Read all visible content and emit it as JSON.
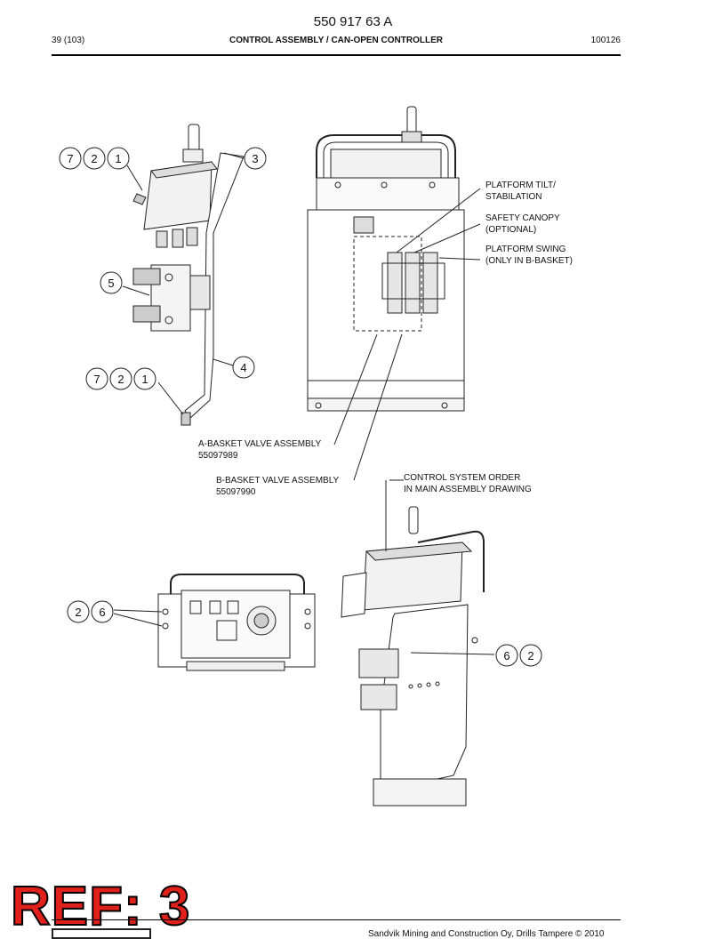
{
  "header": {
    "doc_number": "550 917 63 A",
    "page": "39 (103)",
    "title": "CONTROL ASSEMBLY / CAN-OPEN CONTROLLER",
    "date": "100126"
  },
  "callouts": {
    "upper_left_top": [
      "7",
      "2",
      "1"
    ],
    "three": "3",
    "five": "5",
    "four": "4",
    "upper_left_bottom": [
      "7",
      "2",
      "1"
    ],
    "lower_left": [
      "2",
      "6"
    ],
    "lower_right": [
      "6",
      "2"
    ]
  },
  "labels": {
    "platform_tilt": "PLATFORM TILT/\nSTABILATION",
    "safety_canopy": "SAFETY CANOPY\n(OPTIONAL)",
    "platform_swing": "PLATFORM SWING\n(ONLY IN B-BASKET)",
    "a_basket": "A-BASKET VALVE ASSEMBLY\n55097989",
    "b_basket": "B-BASKET VALVE ASSEMBLY\n55097990",
    "control_order": "CONTROL SYSTEM ORDER\nIN MAIN ASSEMBLY DRAWING"
  },
  "stamp": "REF: 3",
  "footer": "Sandvik Mining and Construction Oy, Drills Tampere © 2010"
}
